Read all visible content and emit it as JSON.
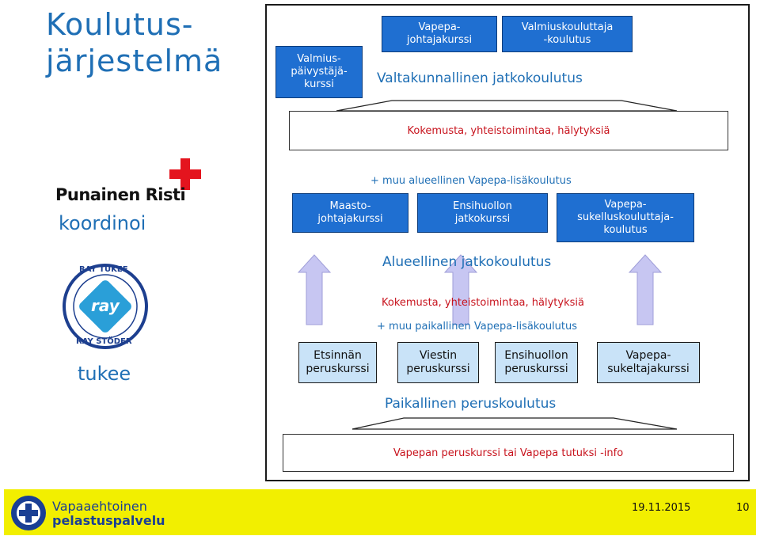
{
  "slide": {
    "title": "Koulutus-\njärjestelmä",
    "coordinator_org": "Punainen Risti",
    "coordinator_label": "koordinoi",
    "supporter_badge_top": "RAY TUKEE",
    "supporter_badge_center": "ray",
    "supporter_badge_bottom": "RAY STÖDER",
    "supporter_label": "tukee"
  },
  "national": {
    "box_left": "Valmius-\npäivystäjä-\nkurssi",
    "box_top_1": "Vapepa-\njohtajakurssi",
    "box_top_2": "Valmiuskouluttaja\n-koulutus",
    "heading": "Valtakunnallinen jatkokoulutus",
    "experience": "Kokemusta, yhteistoimintaa, hälytyksiä"
  },
  "regional": {
    "extra": "+ muu alueellinen Vapepa-lisäkoulutus",
    "boxes": [
      "Maasto-\njohtajakurssi",
      "Ensihuollon\njatkokurssi",
      "Vapepa-\nsukelluskouluttaja-\nkoulutus"
    ],
    "heading": "Alueellinen jatkokoulutus",
    "experience": "Kokemusta, yhteistoimintaa, hälytyksiä"
  },
  "local": {
    "extra": "+ muu paikallinen Vapepa-lisäkoulutus",
    "boxes": [
      "Etsinnän\nperuskurssi",
      "Viestin\nperuskurssi",
      "Ensihuollon\nperuskurssi",
      "Vapepa-\nsukeltajakurssi"
    ],
    "heading": "Paikallinen peruskoulutus",
    "base": "Vapepan peruskurssi tai Vapepa tutuksi -info"
  },
  "footer": {
    "org_line1": "Vapaaehtoinen",
    "org_line2": "pelastuspalvelu",
    "date": "19.11.2015",
    "page": "10"
  },
  "colors": {
    "accent_blue": "#1f6fb5",
    "box_blue": "#1f6fd1",
    "light_blue": "#c9e3f8",
    "red": "#c8141e",
    "footer_yellow": "#f2ef00",
    "arrow_lavender": "#c7c6f2"
  }
}
